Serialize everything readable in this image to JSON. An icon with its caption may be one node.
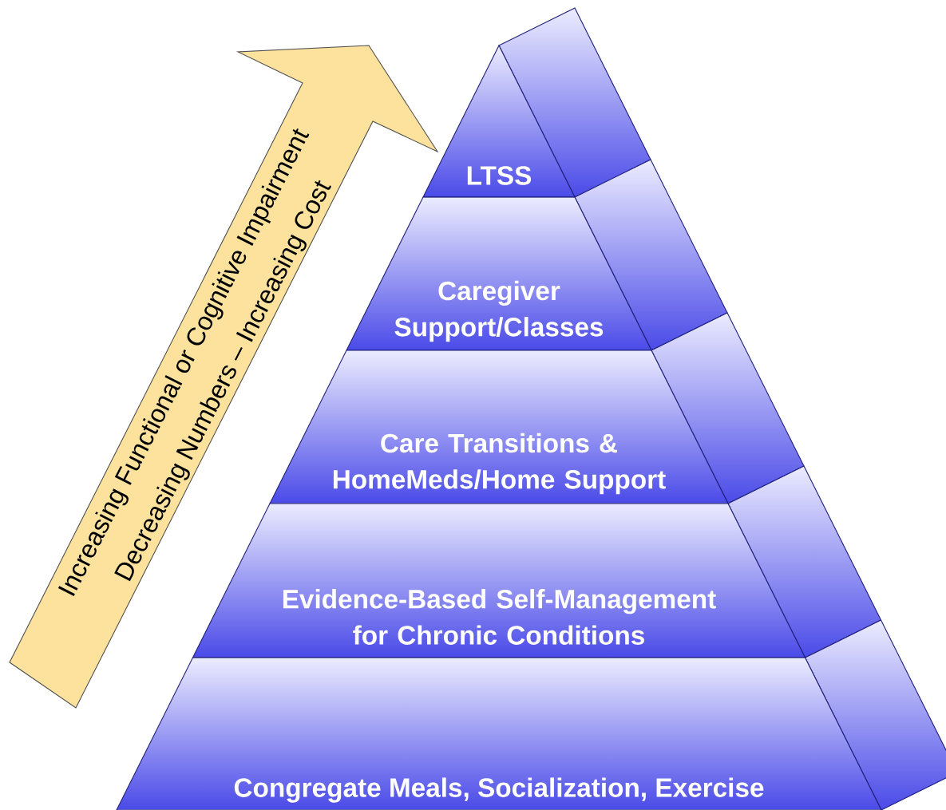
{
  "diagram": {
    "nodes": [
      {
        "text": [
          "Increasing Functional or Cognitive Impairment",
          "Decreasing Numbers – Increasing Cost"
        ]
      },
      {
        "text": [
          "LTSS"
        ]
      },
      {
        "text": [
          "Caregiver Support/Classes"
        ]
      },
      {
        "text": [
          "Care Transitions & HomeMeds/Home Support"
        ]
      },
      {
        "text": [
          "Evidence-Based Self-Management for Chronic Conditions"
        ]
      },
      {
        "text": [
          "Congregate Meals, Socialization, Exercise"
        ]
      }
    ]
  }
}
